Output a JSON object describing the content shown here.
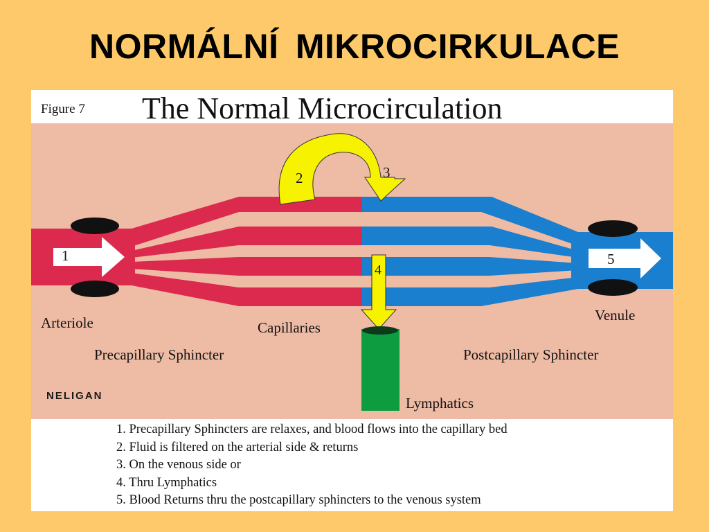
{
  "slide": {
    "title": "NORMÁLNÍ  MIKROCIRKULACE"
  },
  "figure": {
    "label": "Figure 7",
    "heading": "The Normal Microcirculation",
    "credit": "NELIGAN",
    "steps": {
      "s1": "1",
      "s2": "2",
      "s3": "3",
      "s4": "4",
      "s5": "5"
    },
    "labels": {
      "arteriole": "Arteriole",
      "capillaries": "Capillaries",
      "precapillary": "Precapillary Sphincter",
      "venule": "Venule",
      "postcapillary": "Postcapillary Sphincter",
      "lymphatics": "Lymphatics"
    },
    "colors": {
      "background": "#eebba5",
      "arterial": "#dc2a4e",
      "venous": "#1a7fce",
      "fluid_arrow": "#f7f200",
      "lymph": "#0d9c3f",
      "sphincter": "#111111"
    }
  },
  "caption": [
    "1. Precapillary Sphincters are relaxes, and blood flows into the capillary bed",
    "2. Fluid is filtered on the arterial side & returns",
    "3. On the venous side or",
    "4. Thru Lymphatics",
    "5. Blood Returns thru the postcapillary sphincters to the venous system"
  ]
}
